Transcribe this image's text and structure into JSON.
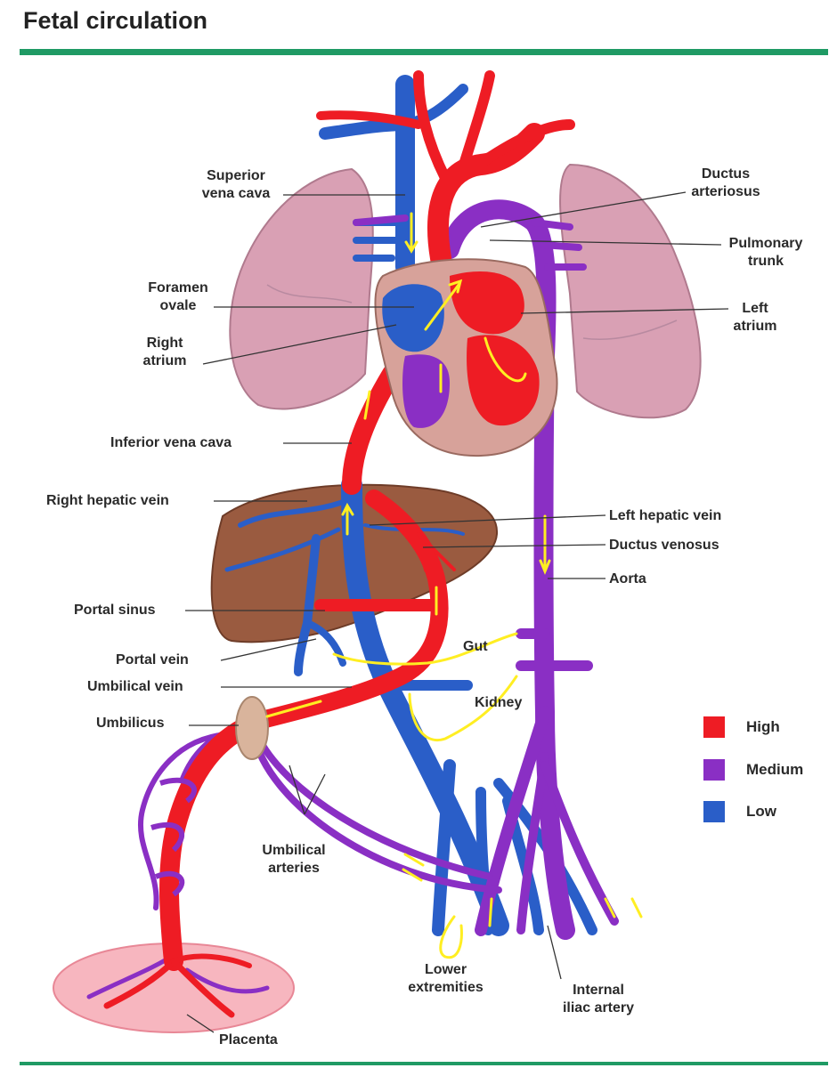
{
  "title": "Fetal circulation",
  "colors": {
    "high": "#ee1c24",
    "medium": "#8a2fc4",
    "low": "#2a5ec8",
    "flow_arrow": "#ffee22",
    "rule": "#1f9a64"
  },
  "labels": {
    "superior_vena_cava": [
      "Superior",
      "vena cava"
    ],
    "ductus_arteriosus": [
      "Ductus",
      "arteriosus"
    ],
    "pulmonary_trunk": [
      "Pulmonary",
      "trunk"
    ],
    "foramen_ovale": [
      "Foramen",
      "ovale"
    ],
    "left_atrium": [
      "Left",
      "atrium"
    ],
    "right_atrium": [
      "Right",
      "atrium"
    ],
    "inferior_vena_cava": "Inferior vena cava",
    "right_hepatic_vein": "Right hepatic vein",
    "left_hepatic_vein": "Left hepatic vein",
    "ductus_venosus": "Ductus venosus",
    "aorta": "Aorta",
    "portal_sinus": "Portal sinus",
    "gut": "Gut",
    "portal_vein": "Portal vein",
    "umbilical_vein": "Umbilical vein",
    "kidney": "Kidney",
    "umbilicus": "Umbilicus",
    "umbilical_arteries": [
      "Umbilical",
      "arteries"
    ],
    "lower_extremities": [
      "Lower",
      "extremities"
    ],
    "internal_iliac_artery": [
      "Internal",
      "iliac artery"
    ],
    "placenta": "Placenta"
  },
  "legend": [
    {
      "label": "High",
      "color": "#ee1c24"
    },
    {
      "label": "Medium",
      "color": "#8a2fc4"
    },
    {
      "label": "Low",
      "color": "#2a5ec8"
    }
  ]
}
